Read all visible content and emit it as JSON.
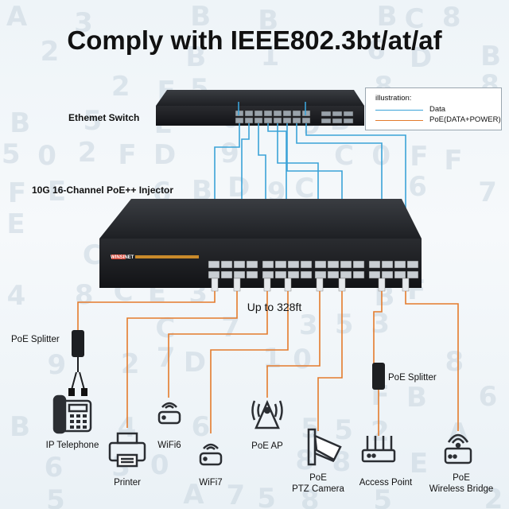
{
  "title": "Comply with IEEE802.3bt/at/af",
  "labels": {
    "switch": "Ethemet Switch",
    "injector": "10G 16-Channel PoE++ Injector",
    "distance": "Up to 328ft",
    "splitter_left": "PoE Splitter",
    "splitter_right": "PoE Splitter",
    "brand": "WINSINET"
  },
  "legend": {
    "title": "illustration:",
    "items": [
      {
        "label": "Data",
        "color": "#3ba3d8"
      },
      {
        "label": "PoE(DATA+POWER)",
        "color": "#e47b2c"
      }
    ]
  },
  "devices": {
    "ip_telephone": "IP Telephone",
    "printer": "Printer",
    "wifi6": "WiFi6",
    "wifi7": "WiFi7",
    "poe_ap": "PoE AP",
    "ptz_camera": [
      "PoE",
      "PTZ Camera"
    ],
    "access_point": "Access Point",
    "wireless_bridge": [
      "PoE",
      "Wireless Bridge"
    ]
  },
  "colors": {
    "data_line": "#3ba3d8",
    "poe_line": "#e47b2c",
    "device_body": "#2b2e33"
  },
  "background_digits": [
    "5",
    "0",
    "9",
    "A",
    "7",
    "D",
    "6",
    "B",
    "C",
    "3",
    "1",
    "4",
    "2",
    "E",
    "F",
    "8"
  ]
}
